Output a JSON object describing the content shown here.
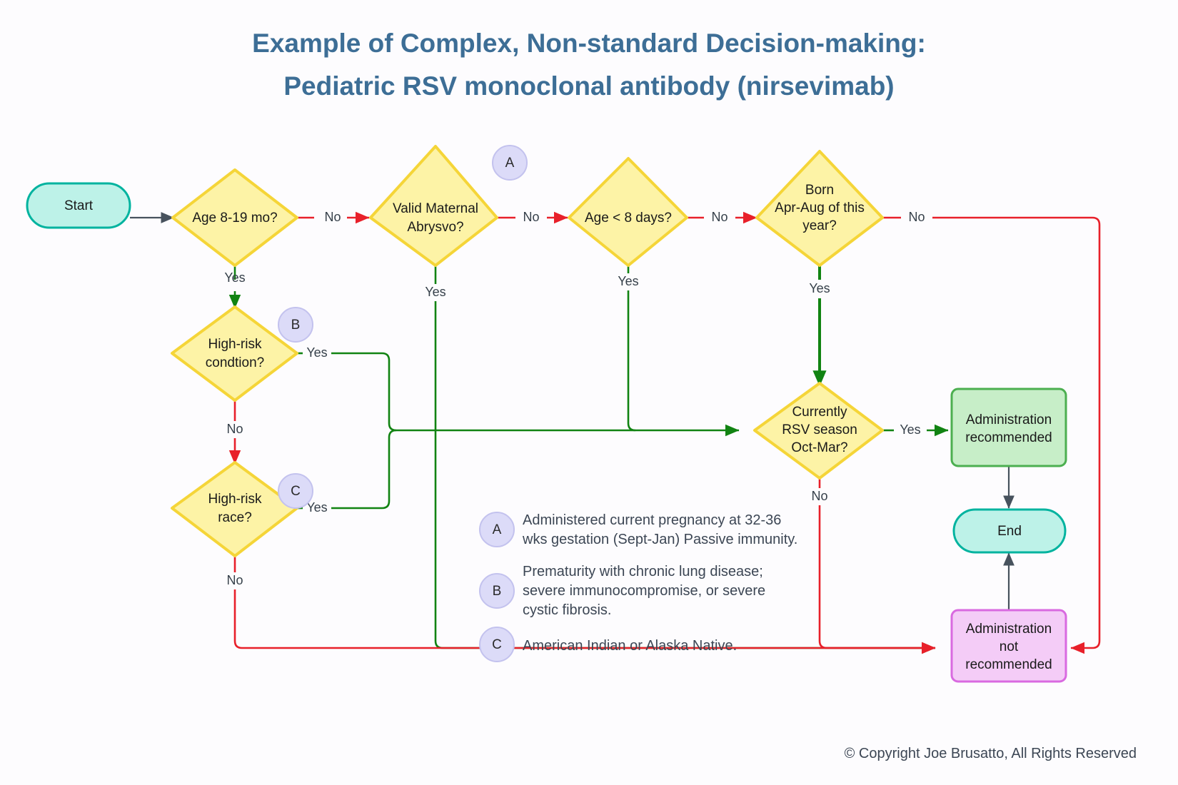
{
  "title": {
    "line1": "Example of Complex, Non-standard Decision-making:",
    "line2": "Pediatric RSV monoclonal antibody (nirsevimab)",
    "color": "#3d6e96"
  },
  "nodes": {
    "start": {
      "label": "Start",
      "shape": "terminator",
      "color": "#bdf2e8"
    },
    "age_8_19": {
      "label": "Age 8-19 mo?",
      "shape": "decision",
      "color": "#fdf3a6"
    },
    "maternal_abrysvo": {
      "line1": "Valid Maternal",
      "line2": "Abrysvo?",
      "shape": "decision",
      "color": "#fdf3a6"
    },
    "age_lt_8_days": {
      "label": "Age < 8 days?",
      "shape": "decision",
      "color": "#fdf3a6"
    },
    "born_apr_aug": {
      "line1": "Born",
      "line2": "Apr-Aug of this",
      "line3": "year?",
      "shape": "decision",
      "color": "#fdf3a6"
    },
    "high_risk_condition": {
      "line1": "High-risk",
      "line2": "condtion?",
      "shape": "decision",
      "color": "#fdf3a6"
    },
    "high_risk_race": {
      "line1": "High-risk",
      "line2": "race?",
      "shape": "decision",
      "color": "#fdf3a6"
    },
    "rsv_season": {
      "line1": "Currently",
      "line2": "RSV season",
      "line3": "Oct-Mar?",
      "shape": "decision",
      "color": "#fdf3a6"
    },
    "admin_recommended": {
      "line1": "Administration",
      "line2": "recommended",
      "shape": "process",
      "color": "#c7eec8"
    },
    "admin_not_recommended": {
      "line1": "Administration",
      "line2": "not",
      "line3": "recommended",
      "shape": "process",
      "color": "#f4ccf7"
    },
    "end": {
      "label": "End",
      "shape": "terminator",
      "color": "#bdf2e8"
    }
  },
  "edge_labels": {
    "yes": "Yes",
    "no": "No"
  },
  "badges": {
    "a": "A",
    "b": "B",
    "c": "C"
  },
  "legend": [
    {
      "key": "A",
      "line1": "Administered current pregnancy at 32-36",
      "line2": "wks gestation (Sept-Jan)  Passive immunity."
    },
    {
      "key": "B",
      "line1": "Prematurity with chronic lung disease;",
      "line2": "severe immunocompromise, or severe",
      "line3": "cystic fibrosis."
    },
    {
      "key": "C",
      "line1": "American Indian or Alaska Native."
    }
  ],
  "footer": {
    "copyright": "© Copyright Joe Brusatto, All Rights Reserved"
  },
  "colors": {
    "yes_edge": "#118312",
    "no_edge": "#e8202a",
    "neutral_edge": "#47525d",
    "decision_fill": "#fdf3a6",
    "decision_stroke": "#f5d538",
    "terminator_fill": "#bdf2e8",
    "terminator_stroke": "#00b39f",
    "good_fill": "#c7eec8",
    "good_stroke": "#4caf50",
    "bad_fill": "#f4ccf7",
    "bad_stroke": "#d96ae0",
    "badge_fill": "#dcdbf8",
    "badge_stroke": "#c3c2ee"
  }
}
